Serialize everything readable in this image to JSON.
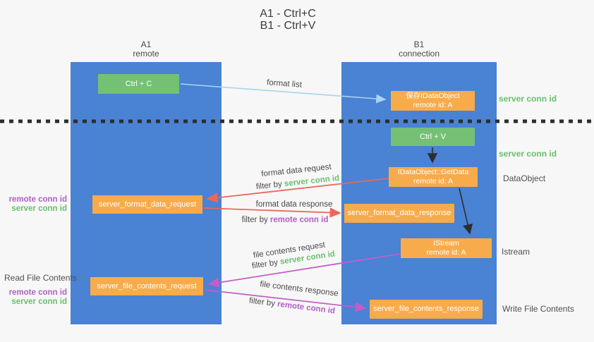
{
  "title": {
    "line1": "A1 - Ctrl+C",
    "line2": "B1 - Ctrl+V"
  },
  "lanes": {
    "a1": {
      "title": "A1",
      "subtitle": "remote"
    },
    "b1": {
      "title": "B1",
      "subtitle": "connection"
    }
  },
  "nodes": {
    "ctrl_c": {
      "label": "Ctrl + C"
    },
    "save_idataobject": {
      "line1": "保存IDataObject",
      "line2": "remote id: A"
    },
    "ctrl_v": {
      "label": "Ctrl + V"
    },
    "getdata": {
      "line1": "IDataObject::GetData",
      "line2": "remote id: A"
    },
    "format_request": {
      "label": "server_format_data_request"
    },
    "format_response": {
      "label": "server_format_data_response"
    },
    "istream": {
      "line1": "IStream",
      "line2": "remote id: A"
    },
    "file_request": {
      "label": "server_file_contents_request"
    },
    "file_response": {
      "label": "server_file_contents_response"
    }
  },
  "edge_labels": {
    "format_list": "format list",
    "format_data_request": "format data request",
    "format_data_request_filter_prefix": "filter by ",
    "format_data_request_filter_key": "server conn id",
    "format_data_response": "format data response",
    "format_data_response_filter_prefix": "filter by ",
    "format_data_response_filter_key": "remote conn id",
    "file_contents_request": "file contents request",
    "file_contents_request_filter_prefix": "filter by ",
    "file_contents_request_filter_key": "server conn id",
    "file_contents_response": "file contents response",
    "file_contents_response_filter_prefix": "filter by ",
    "file_contents_response_filter_key": "remote conn id"
  },
  "side_labels": {
    "right_server_conn_id_1": "server conn id",
    "right_server_conn_id_2": "server conn id",
    "right_dataobject": "DataObject",
    "right_istream": "Istream",
    "right_write_file_contents": "Write File Contents",
    "left_remote_conn_id_1": "remote conn id",
    "left_server_conn_id_1": "server conn id",
    "left_read_file_contents": "Read File Contents",
    "left_remote_conn_id_2": "remote conn id",
    "left_server_conn_id_2": "server conn id"
  },
  "colors": {
    "lane_blue": "#4a82d4",
    "box_green": "#74c175",
    "box_orange": "#f8ab4a",
    "arrow_red": "#e8685c",
    "arrow_magenta": "#c05fc8",
    "arrow_light_blue": "#a8d4f0",
    "arrow_black": "#2d2d2d",
    "text_green": "#67c06b",
    "text_purple": "#b05fc6"
  }
}
